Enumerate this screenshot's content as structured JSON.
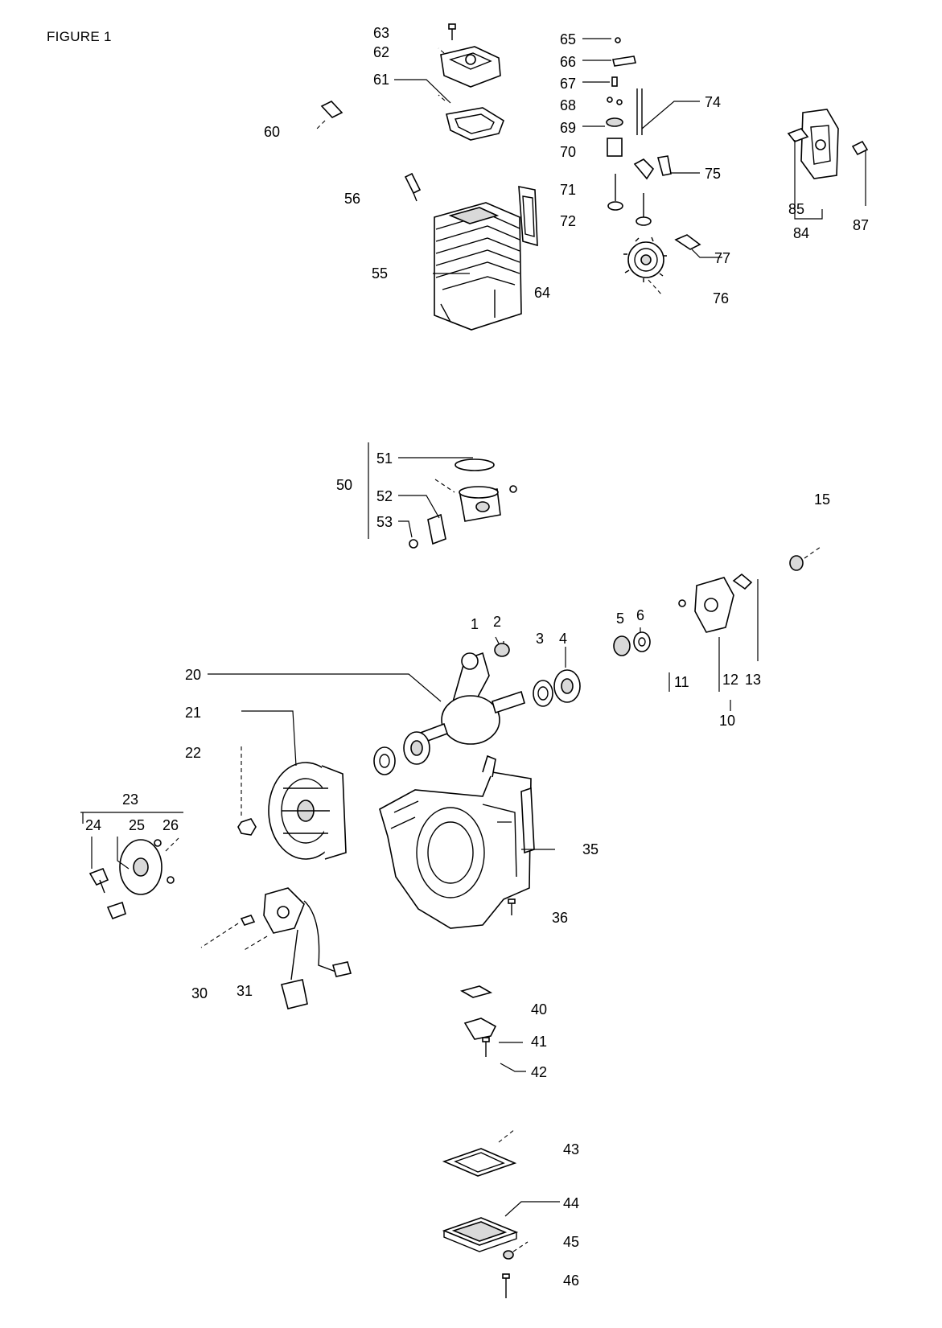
{
  "figure_title": "FIGURE 1",
  "callouts": [
    {
      "id": "63",
      "text": "63"
    },
    {
      "id": "62",
      "text": "62"
    },
    {
      "id": "61",
      "text": "61"
    },
    {
      "id": "60",
      "text": "60"
    },
    {
      "id": "56",
      "text": "56"
    },
    {
      "id": "55",
      "text": "55"
    },
    {
      "id": "64",
      "text": "64"
    },
    {
      "id": "65",
      "text": "65"
    },
    {
      "id": "66",
      "text": "66"
    },
    {
      "id": "67",
      "text": "67"
    },
    {
      "id": "68",
      "text": "68"
    },
    {
      "id": "69",
      "text": "69"
    },
    {
      "id": "70",
      "text": "70"
    },
    {
      "id": "71",
      "text": "71"
    },
    {
      "id": "72",
      "text": "72"
    },
    {
      "id": "74",
      "text": "74"
    },
    {
      "id": "75",
      "text": "75"
    },
    {
      "id": "76",
      "text": "76"
    },
    {
      "id": "77",
      "text": "77"
    },
    {
      "id": "84",
      "text": "84"
    },
    {
      "id": "85",
      "text": "85"
    },
    {
      "id": "87",
      "text": "87"
    },
    {
      "id": "50",
      "text": "50"
    },
    {
      "id": "51",
      "text": "51"
    },
    {
      "id": "52",
      "text": "52"
    },
    {
      "id": "53",
      "text": "53"
    },
    {
      "id": "15",
      "text": "15"
    },
    {
      "id": "1",
      "text": "1"
    },
    {
      "id": "2",
      "text": "2"
    },
    {
      "id": "3",
      "text": "3"
    },
    {
      "id": "4",
      "text": "4"
    },
    {
      "id": "5",
      "text": "5"
    },
    {
      "id": "6",
      "text": "6"
    },
    {
      "id": "11",
      "text": "11"
    },
    {
      "id": "12",
      "text": "12"
    },
    {
      "id": "13",
      "text": "13"
    },
    {
      "id": "10",
      "text": "10"
    },
    {
      "id": "20",
      "text": "20"
    },
    {
      "id": "21",
      "text": "21"
    },
    {
      "id": "22",
      "text": "22"
    },
    {
      "id": "23",
      "text": "23"
    },
    {
      "id": "24",
      "text": "24"
    },
    {
      "id": "25",
      "text": "25"
    },
    {
      "id": "26",
      "text": "26"
    },
    {
      "id": "35",
      "text": "35"
    },
    {
      "id": "36",
      "text": "36"
    },
    {
      "id": "30",
      "text": "30"
    },
    {
      "id": "31",
      "text": "31"
    },
    {
      "id": "40",
      "text": "40"
    },
    {
      "id": "41",
      "text": "41"
    },
    {
      "id": "42",
      "text": "42"
    },
    {
      "id": "43",
      "text": "43"
    },
    {
      "id": "44",
      "text": "44"
    },
    {
      "id": "45",
      "text": "45"
    },
    {
      "id": "46",
      "text": "46"
    }
  ]
}
